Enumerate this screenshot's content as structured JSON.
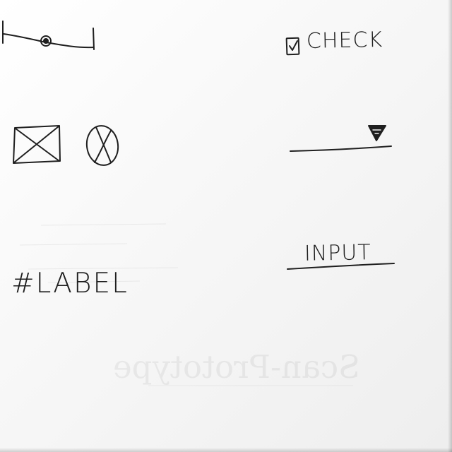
{
  "sketch": {
    "slider": {
      "label": ""
    },
    "checkbox": {
      "label": "CHECK",
      "checked": true
    },
    "image_placeholder": {
      "label": ""
    },
    "close_button": {
      "label": ""
    },
    "dropdown": {
      "value": ""
    },
    "label_widget": {
      "text": "#LABEL"
    },
    "input_widget": {
      "text": "INPUT"
    }
  },
  "background": {
    "ghost_text": "Scan-Prototype"
  }
}
